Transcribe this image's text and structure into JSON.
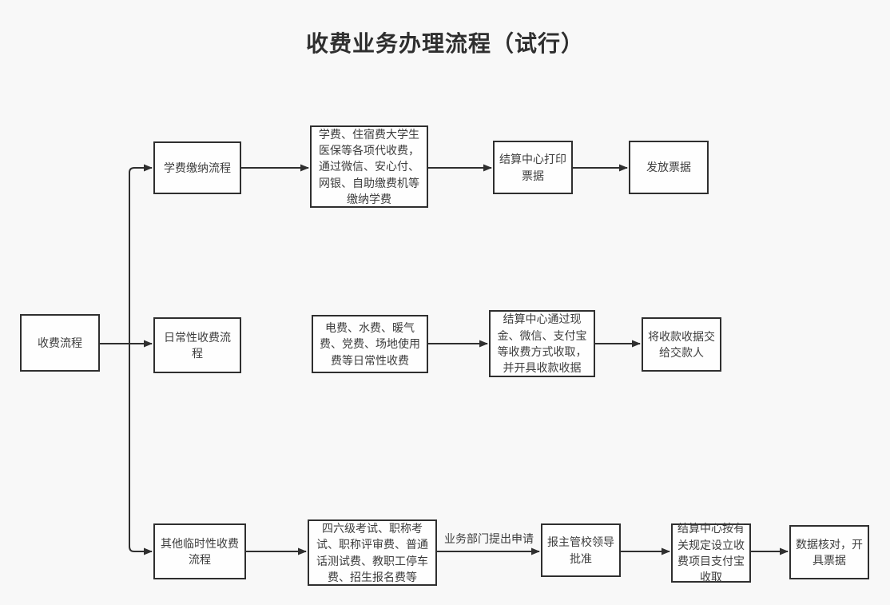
{
  "title": "收费业务办理流程（试行）",
  "colors": {
    "background": "#f8f8f8",
    "node_background": "#fefefe",
    "line": "#2f2f2f",
    "text": "#3d3d3d"
  },
  "nodes": {
    "root": {
      "label": "收费流程"
    },
    "row1": {
      "step1": {
        "label": "学费缴纳流程"
      },
      "step2": {
        "label": "学费、住宿费大学生医保等各项代收费，通过微信、安心付、网银、自助缴费机等缴纳学费"
      },
      "step3": {
        "label": "结算中心打印票据"
      },
      "step4": {
        "label": "发放票据"
      }
    },
    "row2": {
      "step1": {
        "label": "日常性收费流程"
      },
      "step2": {
        "label": "电费、水费、暖气费、党费、场地使用费等日常性收费"
      },
      "step3": {
        "label": "结算中心通过现金、微信、支付宝等收费方式收取，并开具收款收据"
      },
      "step4": {
        "label": "将收款收据交给交款人"
      }
    },
    "row3": {
      "step1": {
        "label": "其他临时性收费流程"
      },
      "step2": {
        "label": "四六级考试、职称考试、职称评审费、普通话测试费、教职工停车费、招生报名费等"
      },
      "edge_label": "业务部门提出申请",
      "step3": {
        "label": "报主管校领导批准"
      },
      "step4": {
        "label": "结算中心按有关规定设立收费项目支付宝收取"
      },
      "step5": {
        "label": "数据核对，开具票据"
      }
    }
  }
}
